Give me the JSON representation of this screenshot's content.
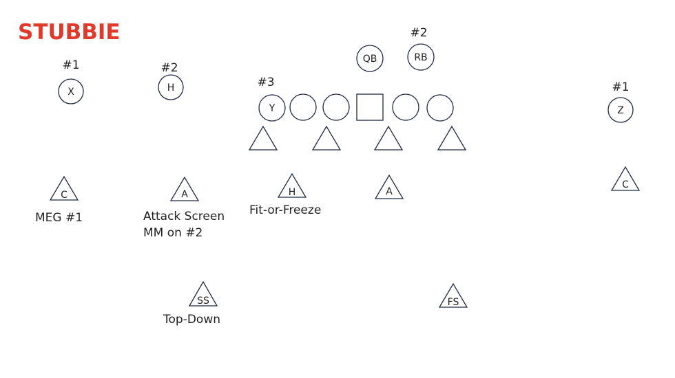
{
  "title": "STUBBIE",
  "colors": {
    "title": "#e03a2c",
    "stroke": "#1f2a44",
    "text": "#222222"
  },
  "offense": {
    "x": "X",
    "h": "H",
    "y": "Y",
    "qb": "QB",
    "rb": "RB",
    "z": "Z",
    "center": "",
    "linemen": [
      "",
      "",
      "",
      ""
    ]
  },
  "numbers": {
    "x": "#1",
    "h": "#2",
    "y": "#3",
    "rb": "#2",
    "z": "#1"
  },
  "defense": {
    "line": [
      "",
      "",
      "",
      ""
    ],
    "c_left": "C",
    "a_left": "A",
    "h": "H",
    "a_right": "A",
    "c_right": "C",
    "ss": "SS",
    "fs": "FS"
  },
  "assignments": {
    "c_left": "MEG #1",
    "a_left_line1": "Attack Screen",
    "a_left_line2": "MM on #2",
    "h": "Fit-or-Freeze",
    "ss": "Top-Down"
  }
}
